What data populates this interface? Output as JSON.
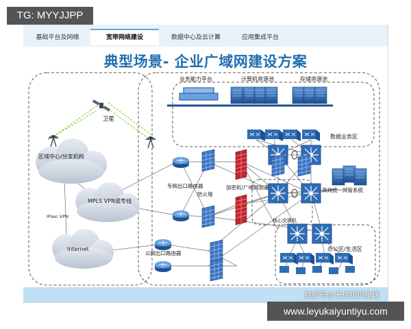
{
  "top_tag": "TG: MYYJJPP",
  "tabs": [
    "基础平台及网络",
    "宽带网络建设",
    "数据中心及云计算",
    "应用集成平台"
  ],
  "title": "典型场景- 企业广域网建设方案",
  "labels": {
    "satellite": "卫星",
    "regional_center": "区域中心/分支机构",
    "mpls": "MPLS VPN或专线",
    "ipsec": "IPsec VPN",
    "internet": "Internet",
    "biz_platform": "业务能力平台",
    "compute_pool": "计算机资源池",
    "storage_pool": "存储资源池",
    "data_zone": "数据业务区",
    "wan_router": "专网出口路由器",
    "firewall": "防火墙",
    "encryptor": "加密机/广域网加速",
    "hq_switch": "核心交换机",
    "ha_system": "高效统一网管系统",
    "office_zone": "办公区/生活区",
    "public_router": "公网出口路由器"
  },
  "footer_credit": "搜狐号@无忧知识星球",
  "bottom_watermark": "www.leyukaiyuntiyu.com",
  "colors": {
    "title": "#1f6fb0",
    "device": "#2f6db5",
    "firewall": "#2e63b8",
    "encryptor": "#c0262e",
    "dashed": "#555555",
    "link": "#6b6b6b",
    "wireless": "#8cd23c"
  }
}
